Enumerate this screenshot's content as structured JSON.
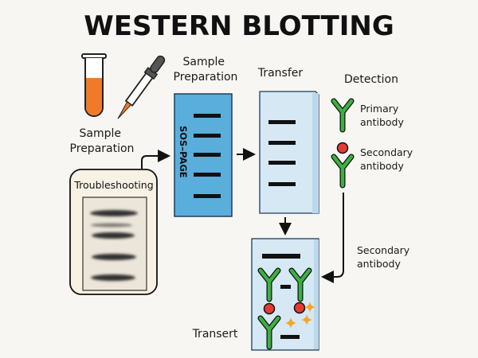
{
  "title": "WESTERN BLOTTING",
  "labels": {
    "sample_prep_left": [
      "Sample",
      "Preparation"
    ],
    "sample_prep_top": [
      "Sample",
      "Preparation"
    ],
    "gel": "SOS–PAGE",
    "transfer": "Transfer",
    "detection": "Detection",
    "primary_antibody": [
      "Primary",
      "antibody"
    ],
    "secondary_antibody": [
      "Secondary",
      "antibody"
    ],
    "secondary_antibody_arrow": [
      "Secondary",
      "antibody"
    ],
    "troubleshooting": "Troubleshooting",
    "transert": "Transert"
  },
  "colors": {
    "background": "#f8f6f2",
    "gel": "#5aaedc",
    "membrane": "#d6e8f4",
    "antibody": "#3cb043",
    "secondary_dot": "#e53935",
    "sample": "#f07a2a",
    "sparkle": "#f5a623"
  }
}
